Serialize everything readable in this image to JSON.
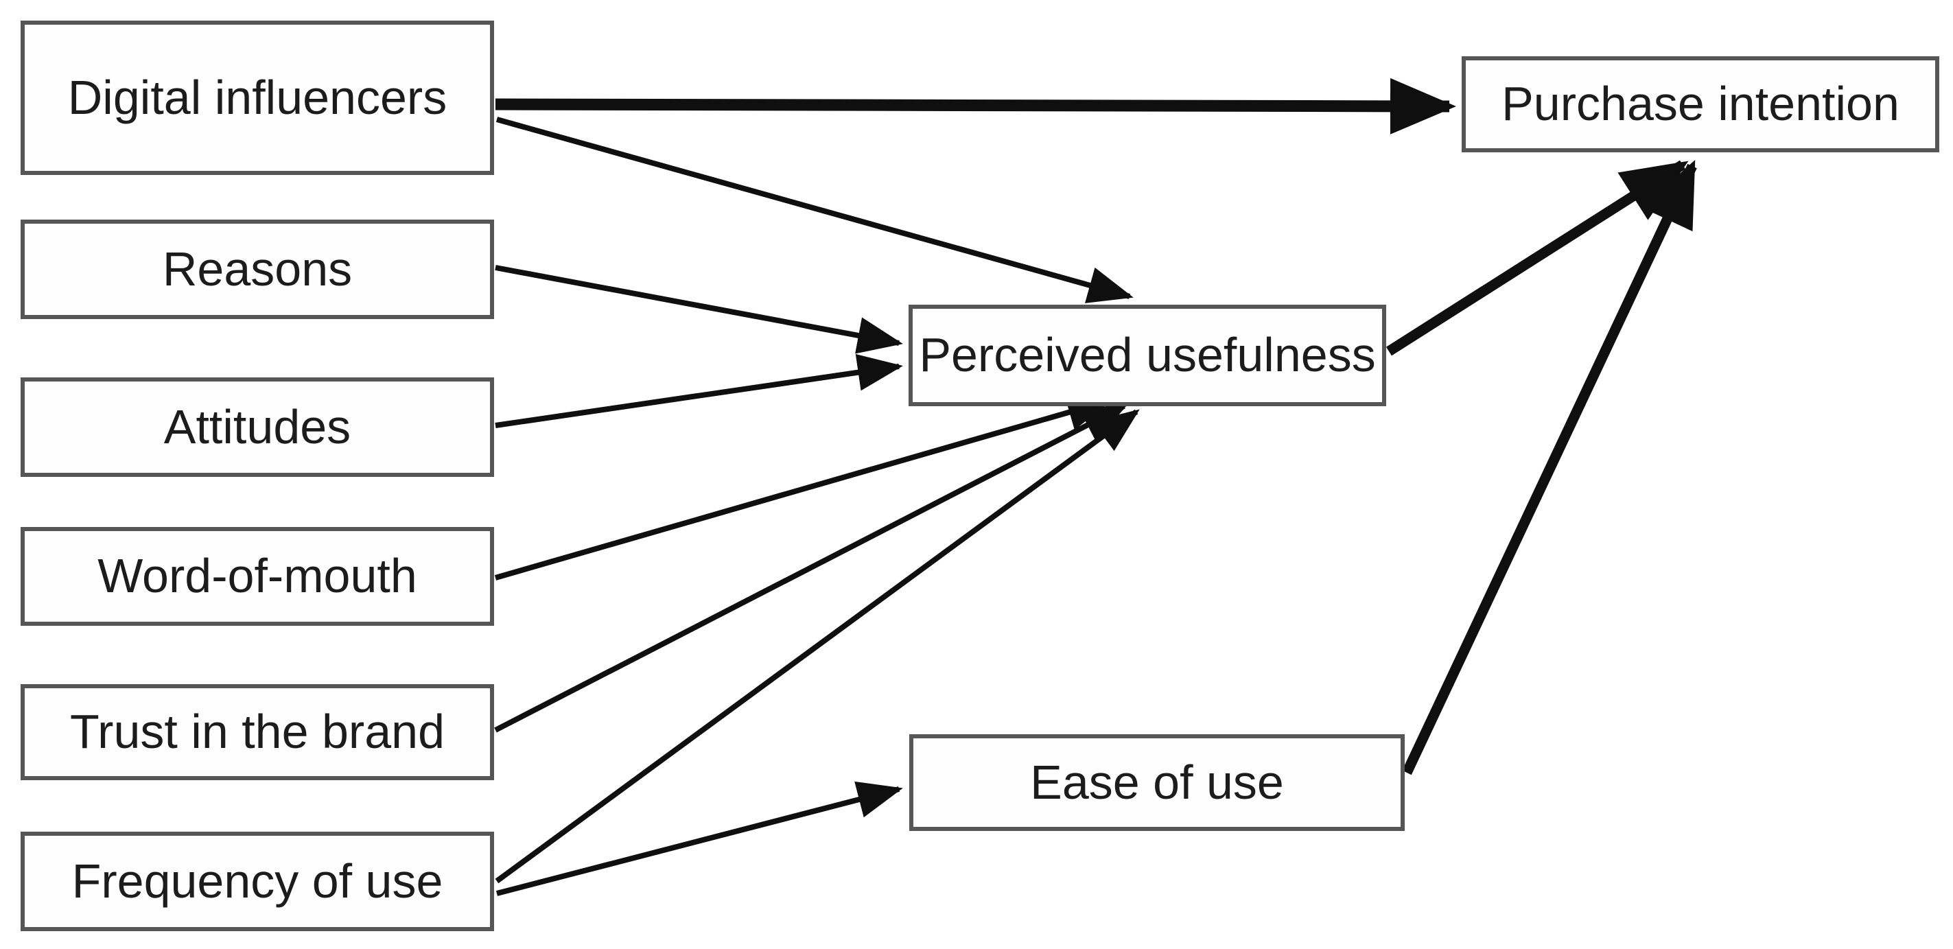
{
  "diagram": {
    "background_color": "#ffffff",
    "box_fill_color": "#fefefe",
    "box_border_color": "#565656",
    "text_color": "#1c1c1c",
    "arrow_color": "#0f0f0f"
  },
  "nodes": {
    "digital_influencers": {
      "label": "Digital influencers"
    },
    "reasons": {
      "label": "Reasons"
    },
    "attitudes": {
      "label": "Attitudes"
    },
    "word_of_mouth": {
      "label": "Word-of-mouth"
    },
    "trust_in_the_brand": {
      "label": "Trust in the brand"
    },
    "frequency_of_use": {
      "label": "Frequency of use"
    },
    "perceived_usefulness": {
      "label": "Perceived usefulness"
    },
    "ease_of_use": {
      "label": "Ease of use"
    },
    "purchase_intention": {
      "label": "Purchase intention"
    }
  },
  "edges": [
    {
      "from": "Digital influencers",
      "to": "Purchase intention",
      "weight": "thick"
    },
    {
      "from": "Digital influencers",
      "to": "Perceived usefulness",
      "weight": "thin"
    },
    {
      "from": "Reasons",
      "to": "Perceived usefulness",
      "weight": "thin"
    },
    {
      "from": "Attitudes",
      "to": "Perceived usefulness",
      "weight": "thin"
    },
    {
      "from": "Word-of-mouth",
      "to": "Perceived usefulness",
      "weight": "thin"
    },
    {
      "from": "Trust in the brand",
      "to": "Perceived usefulness",
      "weight": "thin"
    },
    {
      "from": "Frequency of use",
      "to": "Perceived usefulness",
      "weight": "thin"
    },
    {
      "from": "Frequency of use",
      "to": "Ease of use",
      "weight": "thin"
    },
    {
      "from": "Perceived usefulness",
      "to": "Purchase intention",
      "weight": "thick"
    },
    {
      "from": "Ease of use",
      "to": "Purchase intention",
      "weight": "thick"
    }
  ]
}
